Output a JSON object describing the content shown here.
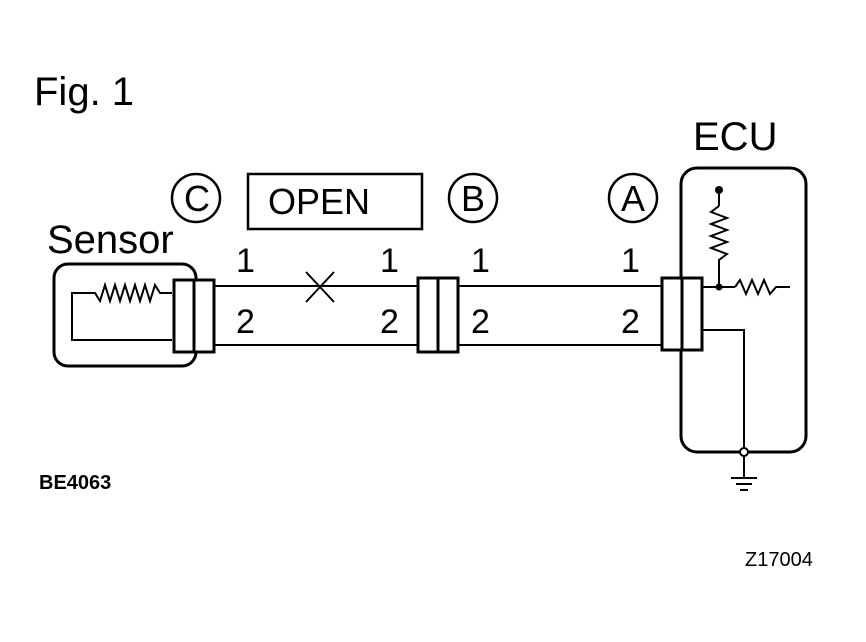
{
  "figure": {
    "title": "Fig. 1"
  },
  "labels": {
    "ecu": "ECU",
    "sensor": "Sensor",
    "open": "OPEN",
    "connector_c": "C",
    "connector_b": "B",
    "connector_a": "A"
  },
  "pins": {
    "c_pin1": "1",
    "c_pin2": "2",
    "b_left_pin1": "1",
    "b_left_pin2": "2",
    "b_right_pin1": "1",
    "b_right_pin2": "2",
    "a_pin1": "1",
    "a_pin2": "2"
  },
  "codes": {
    "left_code": "BE4063",
    "right_code": "Z17004"
  }
}
